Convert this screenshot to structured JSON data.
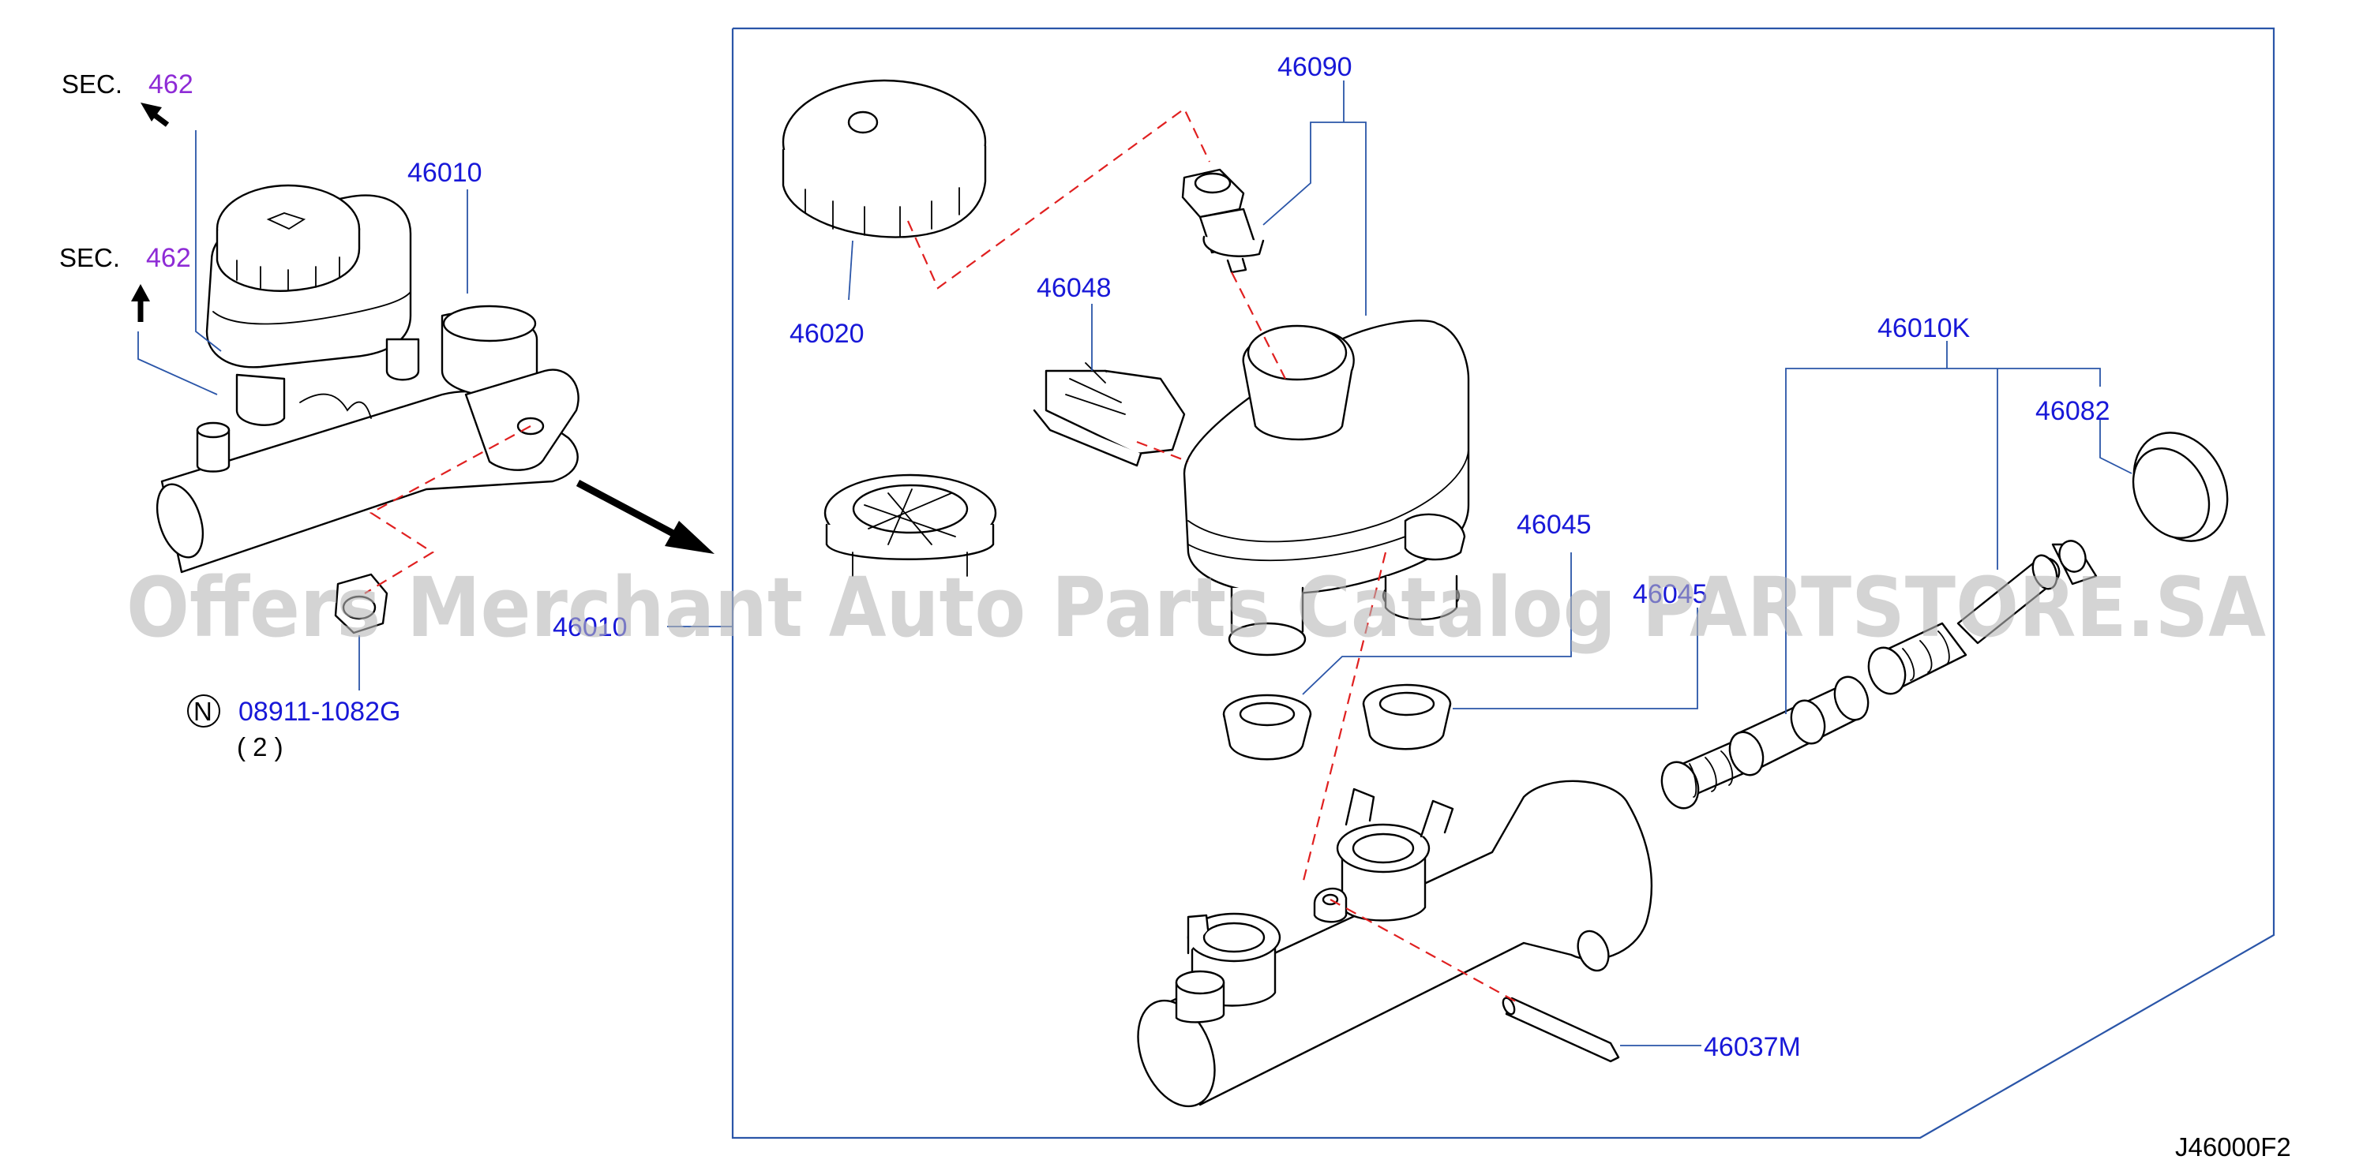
{
  "diagram_code": "J46000F2",
  "watermark": "Offers Merchant Auto Parts Catalog PARTSTORE.SA",
  "section_refs": [
    {
      "prefix": "SEC.",
      "number": "462"
    },
    {
      "prefix": "SEC.",
      "number": "462"
    }
  ],
  "parts": {
    "p46010_left": "46010",
    "p46010_mid": "46010",
    "p46020": "46020",
    "p46090": "46090",
    "p46048": "46048",
    "p46010K": "46010K",
    "p46082": "46082",
    "p46045_a": "46045",
    "p46045_b": "46045",
    "p46037M": "46037M",
    "bolt_number": "08911-1082G",
    "bolt_symbol": "N",
    "bolt_qty": "( 2  )"
  },
  "colors": {
    "label": "#1818d8",
    "section_number": "#8e2bd6",
    "leader": "#2a55a8",
    "dashed_guide": "#e02020"
  }
}
